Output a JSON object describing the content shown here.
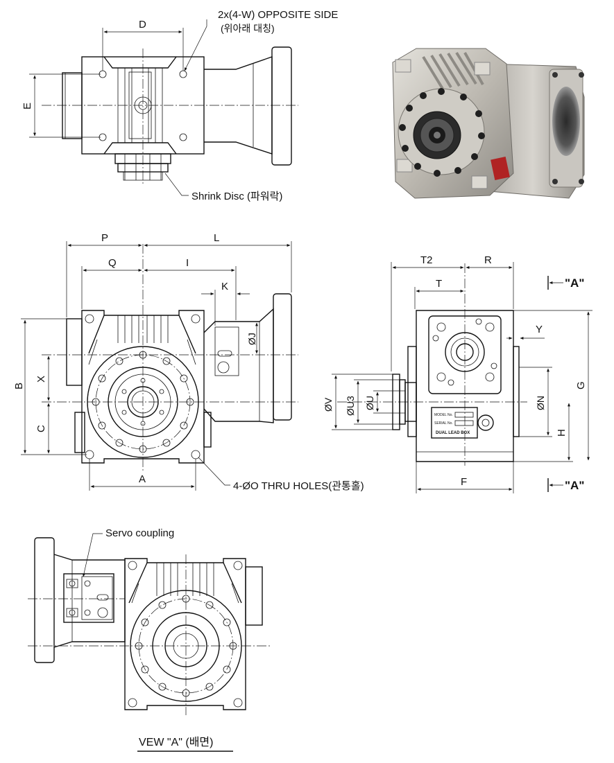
{
  "labels": {
    "opposite_side_1": "2x(4-W) OPPOSITE SIDE",
    "opposite_side_2": "(위아래 대칭)",
    "shrink_disc": "Shrink Disc (파워락)",
    "thru_holes": "4-ØO THRU HOLES(관통홀)",
    "servo_coupling": "Servo  coupling",
    "view_a": "VEW \"A\" (배면)",
    "section_a_top": "\"A\"",
    "section_a_bottom": "\"A\""
  },
  "dims": {
    "D": "D",
    "E": "E",
    "P": "P",
    "L": "L",
    "Q": "Q",
    "I": "I",
    "K": "K",
    "J": "ØJ",
    "B": "B",
    "X": "X",
    "C": "C",
    "A": "A",
    "T2": "T2",
    "R": "R",
    "T": "T",
    "Y": "Y",
    "V": "ØV",
    "U3": "ØU3",
    "U": "ØU",
    "N": "ØN",
    "G": "G",
    "H": "H",
    "F": "F"
  },
  "nameplate": {
    "model": "MODEL No.",
    "serial": "SERIAL No.",
    "brand": "DUAL LEAD BOX"
  }
}
